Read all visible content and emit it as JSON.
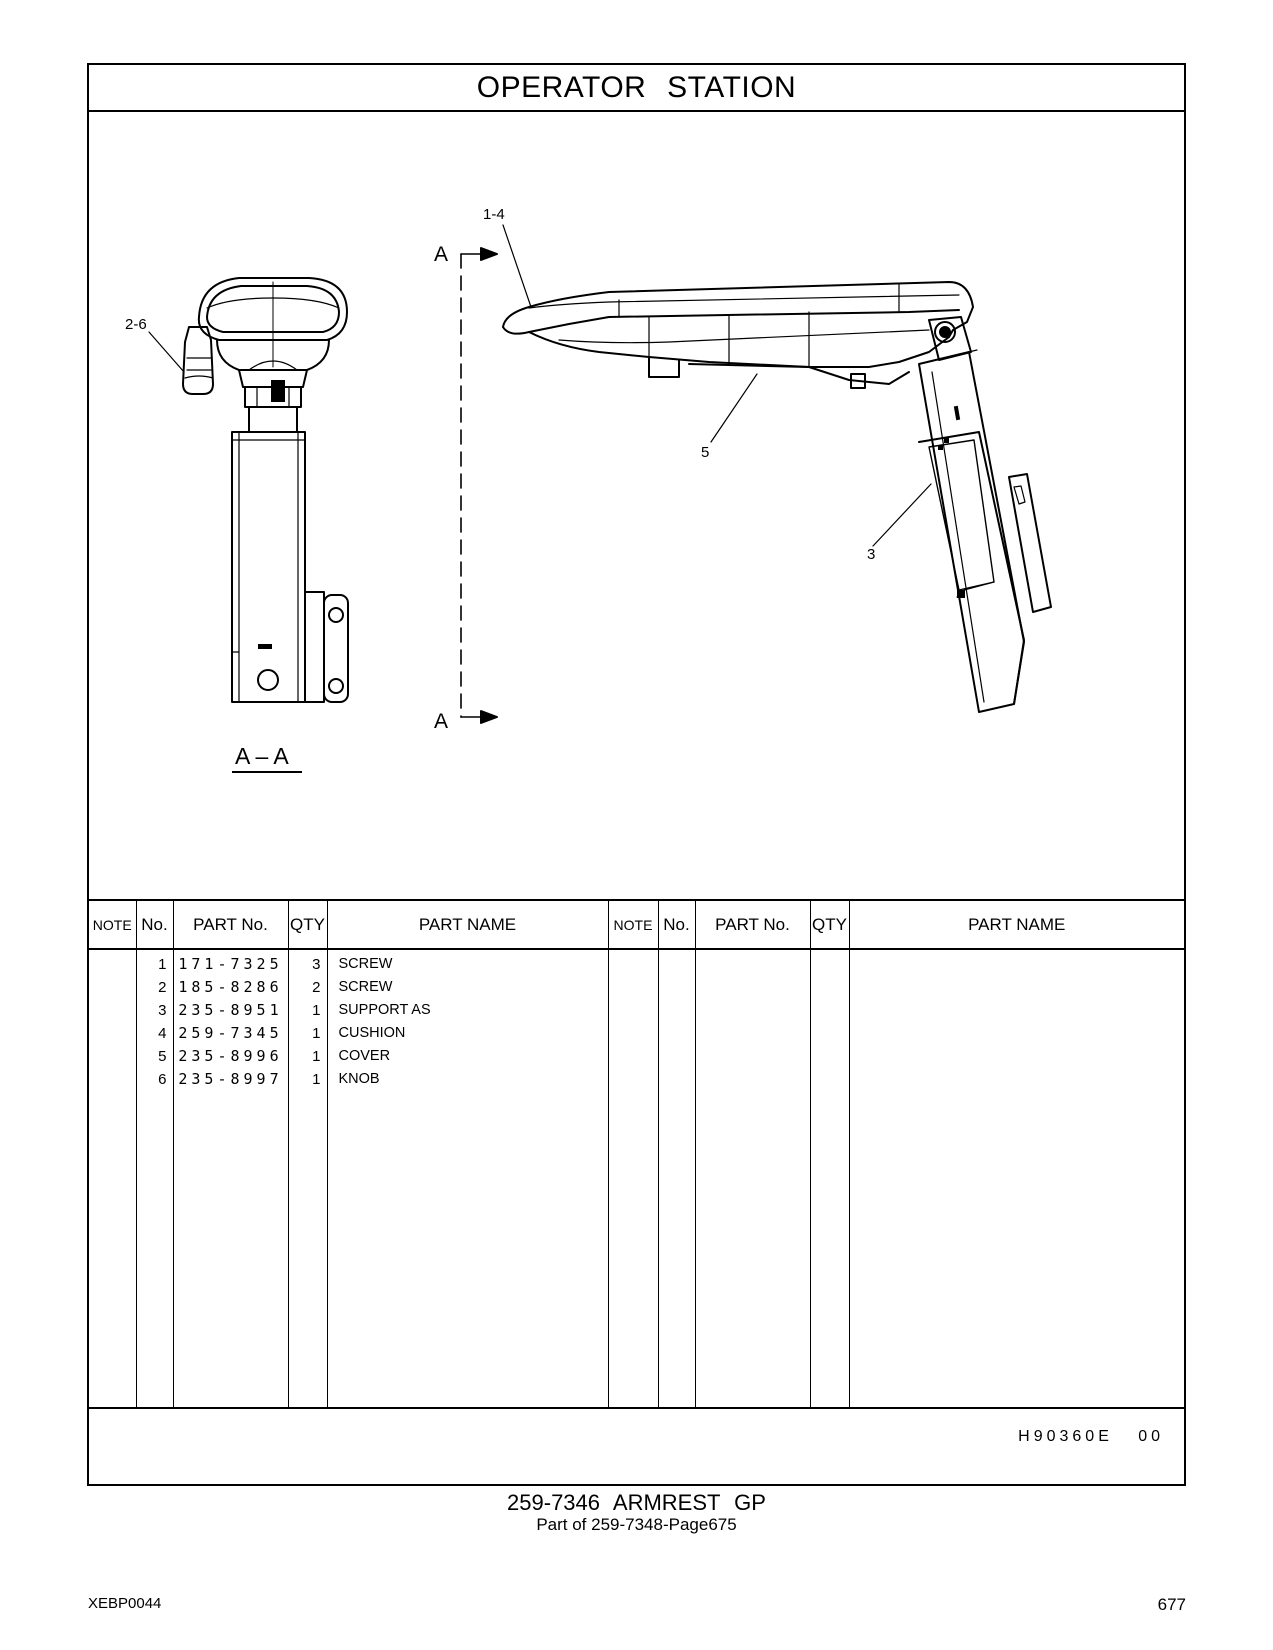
{
  "header": {
    "title": "OPERATOR   STATION"
  },
  "drawing": {
    "callouts": [
      "1-4",
      "2-6",
      "5",
      "3"
    ],
    "section_marks": [
      "A",
      "A"
    ],
    "section_label": "A – A"
  },
  "table": {
    "headers": [
      "NOTE",
      "No.",
      "PART No.",
      "QTY",
      "PART NAME",
      "NOTE",
      "No.",
      "PART No.",
      "QTY",
      "PART NAME"
    ],
    "rows": [
      {
        "no": "1",
        "part_no": "171-7325",
        "qty": "3",
        "name": "SCREW"
      },
      {
        "no": "2",
        "part_no": "185-8286",
        "qty": "2",
        "name": "SCREW"
      },
      {
        "no": "3",
        "part_no": "235-8951",
        "qty": "1",
        "name": "SUPPORT  AS"
      },
      {
        "no": "4",
        "part_no": "259-7345",
        "qty": "1",
        "name": "CUSHION"
      },
      {
        "no": "5",
        "part_no": "235-8996",
        "qty": "1",
        "name": "COVER"
      },
      {
        "no": "6",
        "part_no": "235-8997",
        "qty": "1",
        "name": "KNOB"
      }
    ]
  },
  "drawing_code": "H90360E   00",
  "footer": {
    "title": "259-7346  ARMREST  GP",
    "subtitle": "Part of 259-7348-Page675",
    "doc_id": "XEBP0044",
    "page_number": "677"
  }
}
